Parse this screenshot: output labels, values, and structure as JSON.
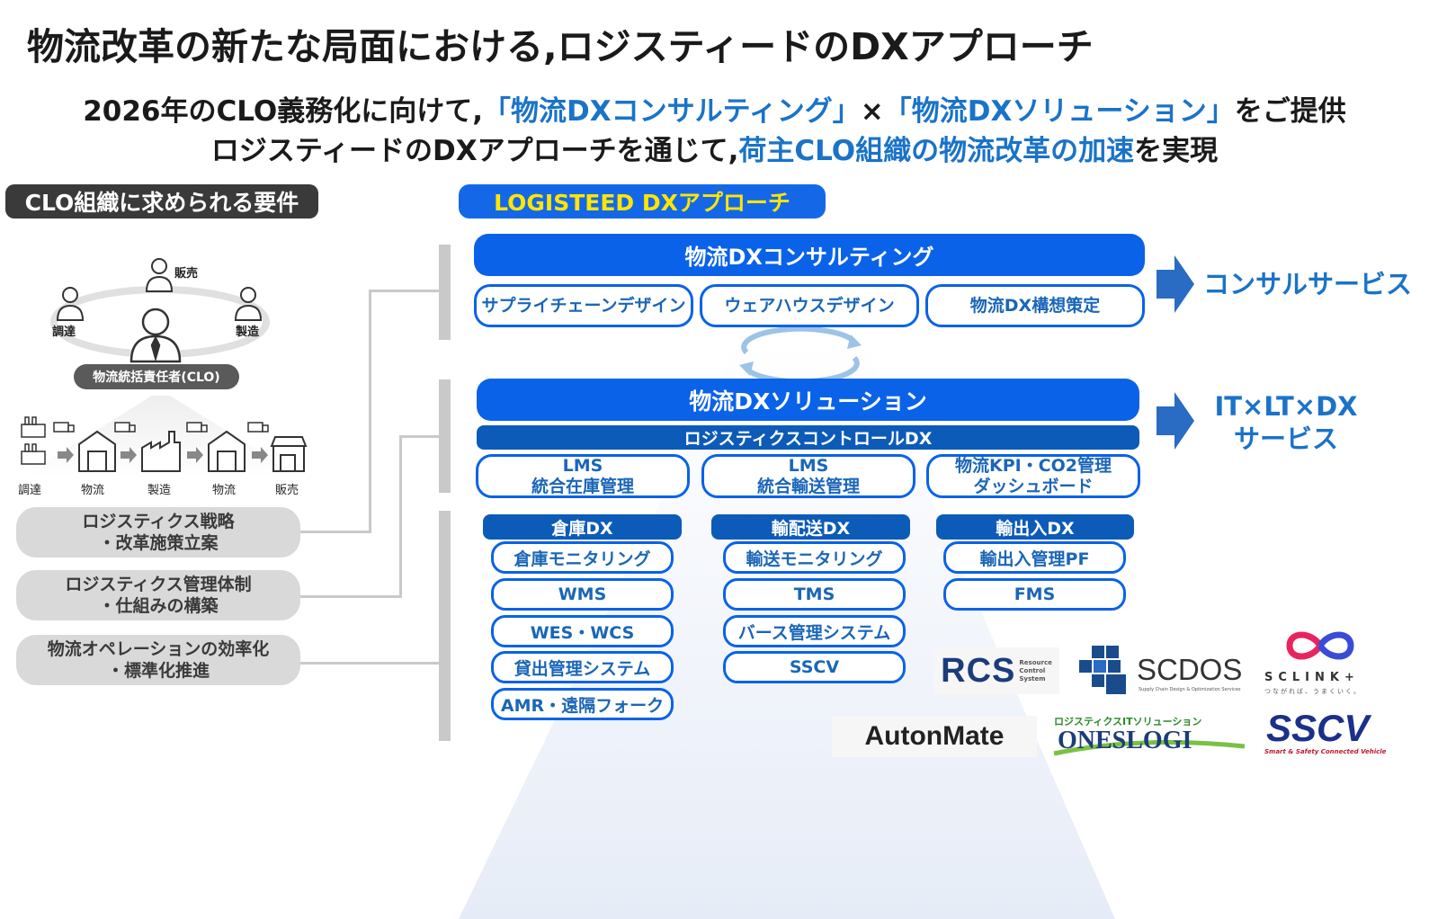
{
  "title": "物流改革の新たな局面における,ロジスティードのDXアプローチ",
  "subtitle": {
    "line1_a": "2026年のCLO義務化に向けて,",
    "line1_b": "「物流DXコンサルティング」",
    "line1_c": "×",
    "line1_d": "「物流DXソリューション」",
    "line1_e": "をご提供",
    "line2_a": "ロジスティードのDXアプローチを通じて,",
    "line2_b": "荷主CLO組織の物流改革の加速",
    "line2_c": "を実現"
  },
  "left": {
    "header": "CLO組織に求められる要件",
    "people": {
      "sales": "販売",
      "procurement": "調達",
      "manufacturing": "製造"
    },
    "clo_label": "物流統括責任者(CLO)",
    "flow": [
      "調達",
      "物流",
      "製造",
      "物流",
      "販売"
    ],
    "requirements": [
      {
        "line1": "ロジスティクス戦略",
        "line2": "・改革施策立案"
      },
      {
        "line1": "ロジスティクス管理体制",
        "line2": "・仕組みの構築"
      },
      {
        "line1": "物流オペレーションの効率化",
        "line2": "・標準化推進"
      }
    ]
  },
  "dx": {
    "header": "LOGISTEED DXアプローチ",
    "consulting": {
      "title": "物流DXコンサルティング",
      "items": [
        "サプライチェーンデザイン",
        "ウェアハウスデザイン",
        "物流DX構想策定"
      ],
      "service": "コンサルサービス"
    },
    "solution": {
      "title": "物流DXソリューション",
      "control": "ロジスティクスコントロールDX",
      "items": [
        {
          "line1": "LMS",
          "line2": "統合在庫管理"
        },
        {
          "line1": "LMS",
          "line2": "統合輸送管理"
        },
        {
          "line1": "物流KPI・CO2管理",
          "line2": "ダッシュボード"
        }
      ],
      "service_line1": "IT×LT×DX",
      "service_line2": "サービス"
    },
    "categories": [
      {
        "title": "倉庫DX",
        "items": [
          "倉庫モニタリング",
          "WMS",
          "WES・WCS",
          "貸出管理システム",
          "AMR・遠隔フォーク"
        ]
      },
      {
        "title": "輸配送DX",
        "items": [
          "輸送モニタリング",
          "TMS",
          "バース管理システム",
          "SSCV"
        ]
      },
      {
        "title": "輸出入DX",
        "items": [
          "輸出入管理PF",
          "FMS"
        ]
      }
    ]
  },
  "logos": {
    "rcs": "RCS",
    "rcs_sub1": "Resource",
    "rcs_sub2": "Control",
    "rcs_sub3": "System",
    "scdos": "SCDOS",
    "scdos_sub": "Supply Chain Design & Optimization Services",
    "sclink": "SCLINK+",
    "sclink_sub": "つながれば、うまくいく。",
    "autonmate": "AutonMate",
    "oneslogi_top": "ロジスティクスITソリューション",
    "oneslogi": "ONESLOGI",
    "sscv": "SSCV",
    "sscv_sub": "Smart & Safety Connected Vehicle"
  },
  "colors": {
    "primary_blue": "#0a62e8",
    "dark_blue": "#0d5bb8",
    "accent_text": "#1a73c8",
    "yellow": "#ffe600",
    "gray_box": "#d9d9d9"
  }
}
